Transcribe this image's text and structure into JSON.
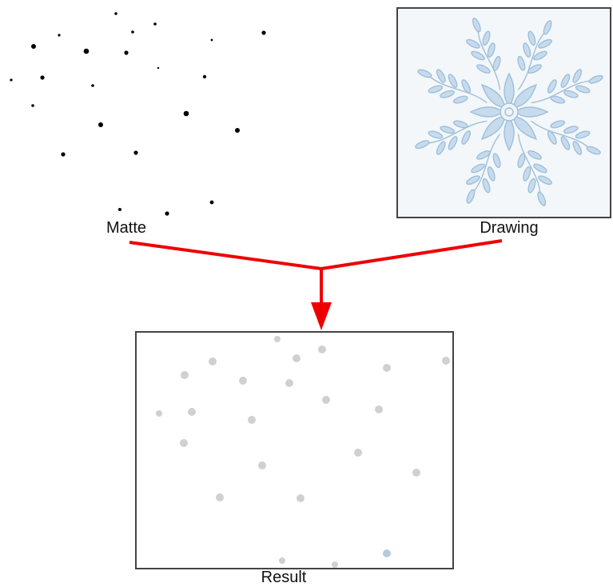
{
  "labels": {
    "matte": "Matte",
    "drawing": "Drawing",
    "result": "Result"
  },
  "colors": {
    "arrow": "#ee0000",
    "matte_dot": "#000000",
    "result_dot": "#d0d0d0",
    "result_dot_tinted": "#b8c9dc",
    "snowflake_fill": "#c7dbee",
    "snowflake_stroke": "#9fbfd8",
    "drawing_bg": "#f3f7fa",
    "frame_border": "#444444"
  }
}
